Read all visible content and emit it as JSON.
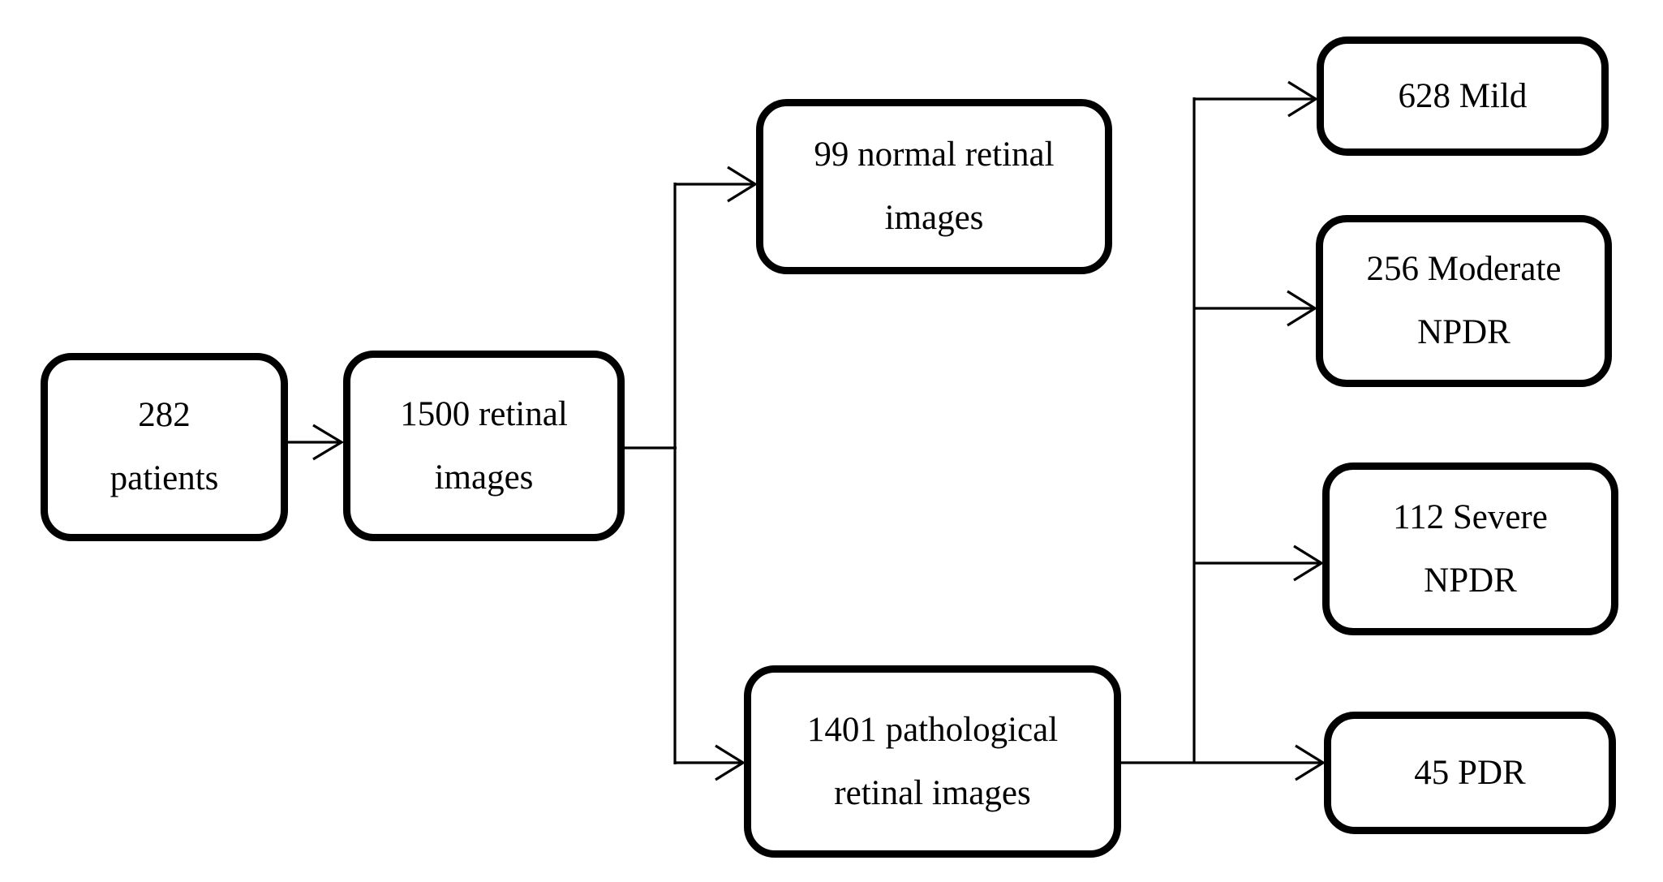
{
  "diagram": {
    "background_color": "#ffffff",
    "box_fill_color": "#ffffff",
    "box_border_color": "#000000",
    "text_color": "#000000",
    "connector_color": "#000000",
    "nodes": {
      "patients": {
        "line1": "282",
        "line2": "patients"
      },
      "total_images": {
        "line1": "1500 retinal",
        "line2": "images"
      },
      "normal_images": {
        "line1": "99 normal retinal",
        "line2": "images"
      },
      "pathological_images": {
        "line1": "1401 pathological",
        "line2": "retinal images"
      },
      "mild": {
        "line1": "628 Mild"
      },
      "moderate": {
        "line1": "256 Moderate",
        "line2": "NPDR"
      },
      "severe": {
        "line1": "112 Severe",
        "line2": "NPDR"
      },
      "pdr": {
        "line1": "45 PDR"
      }
    },
    "edges": [
      {
        "from": "282 patients",
        "to": "1500 retinal images"
      },
      {
        "from": "1500 retinal images",
        "to": "99 normal retinal images"
      },
      {
        "from": "1500 retinal images",
        "to": "1401 pathological retinal images"
      },
      {
        "from": "1401 pathological retinal images",
        "to": "628 Mild"
      },
      {
        "from": "1401 pathological retinal images",
        "to": "256 Moderate NPDR"
      },
      {
        "from": "1401 pathological retinal images",
        "to": "112 Severe NPDR"
      },
      {
        "from": "1401 pathological retinal images",
        "to": "45 PDR"
      }
    ]
  }
}
